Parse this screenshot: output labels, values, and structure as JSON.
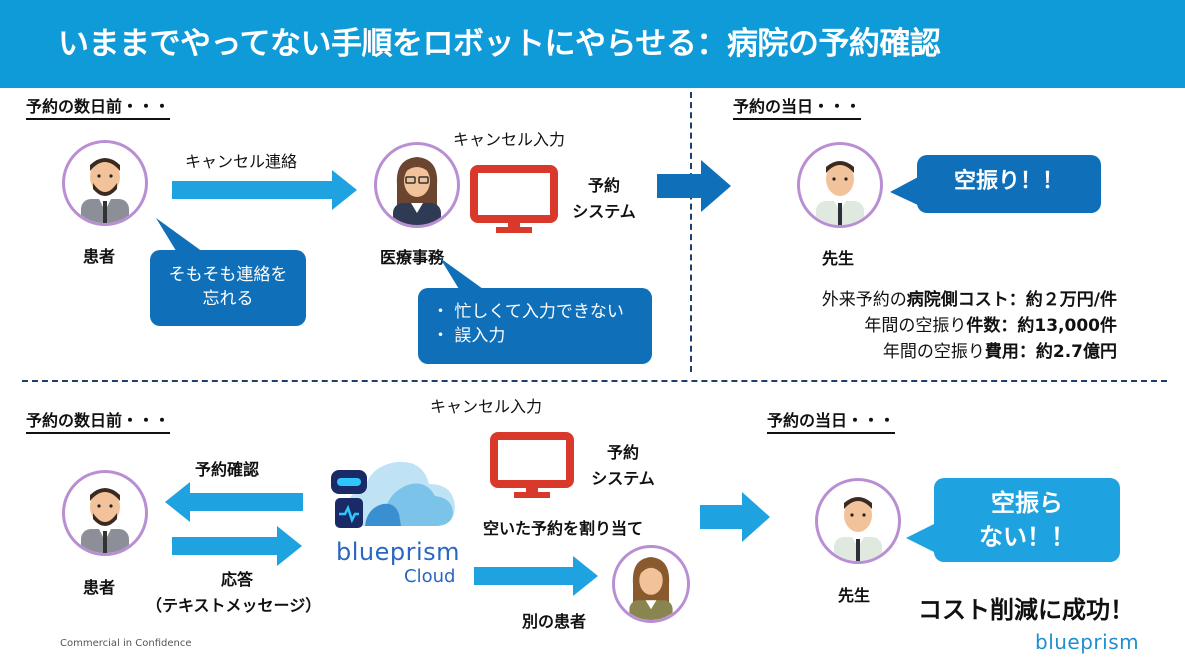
{
  "header": {
    "title": "いままでやってない手順をロボットにやらせる：病院の予約確認",
    "background": "#0f9ad8"
  },
  "top": {
    "left_label": "予約の数日前・・・",
    "right_label": "予約の当日・・・",
    "patient_label": "患者",
    "cancel_contact_label": "キャンセル連絡",
    "bubble_forget": [
      "そもそも連絡を",
      "忘れる"
    ],
    "cancel_input_label": "キャンセル入力",
    "staff_label": "医療事務",
    "system_label": [
      "予約",
      "システム"
    ],
    "bubble_issues": [
      "・ 忙しくて入力できない",
      "・ 誤入力"
    ],
    "doctor_label": "先生",
    "bubble_miss": "空振り！！",
    "cost_lines": [
      {
        "pre": "外来予約の",
        "bold": "病院側コスト",
        "post": "：約２万円/件"
      },
      {
        "pre": "年間の空振り",
        "bold": "件数",
        "post": "：約13,000件"
      },
      {
        "pre": "年間の空振り",
        "bold": "費用",
        "post": "：約2.7億円"
      }
    ]
  },
  "bottom": {
    "left_label": "予約の数日前・・・",
    "right_label": "予約の当日・・・",
    "patient_label": "患者",
    "confirm_label": "予約確認",
    "reply_label": [
      "応答",
      "（テキストメッセージ）"
    ],
    "cancel_input_label": "キャンセル入力",
    "system_label": [
      "予約",
      "システム"
    ],
    "reassign_label": "空いた予約を割り当て",
    "other_patient_label": "別の患者",
    "bp_cloud_name": "blueprism",
    "bp_cloud_sub": "Cloud",
    "doctor_label": "先生",
    "bubble_no_miss": [
      "空振ら",
      "ない！！"
    ],
    "success_label": "コスト削減に成功！"
  },
  "footer": {
    "confidential": "Commercial in Confidence",
    "logo": "blueprism"
  },
  "colors": {
    "arrow": "#1fa3e0",
    "arrow_dark": "#0f6fb9",
    "bubble": "#0f6fb9",
    "monitor": "#d8392b",
    "avatar_ring": "#b98fd3"
  },
  "icons": [
    "man-avatar-icon",
    "woman-glasses-avatar-icon",
    "doctor-avatar-icon",
    "woman-avatar-icon",
    "monitor-icon",
    "robot-icon",
    "cloud-icon",
    "right-arrow-icon",
    "left-arrow-icon"
  ]
}
